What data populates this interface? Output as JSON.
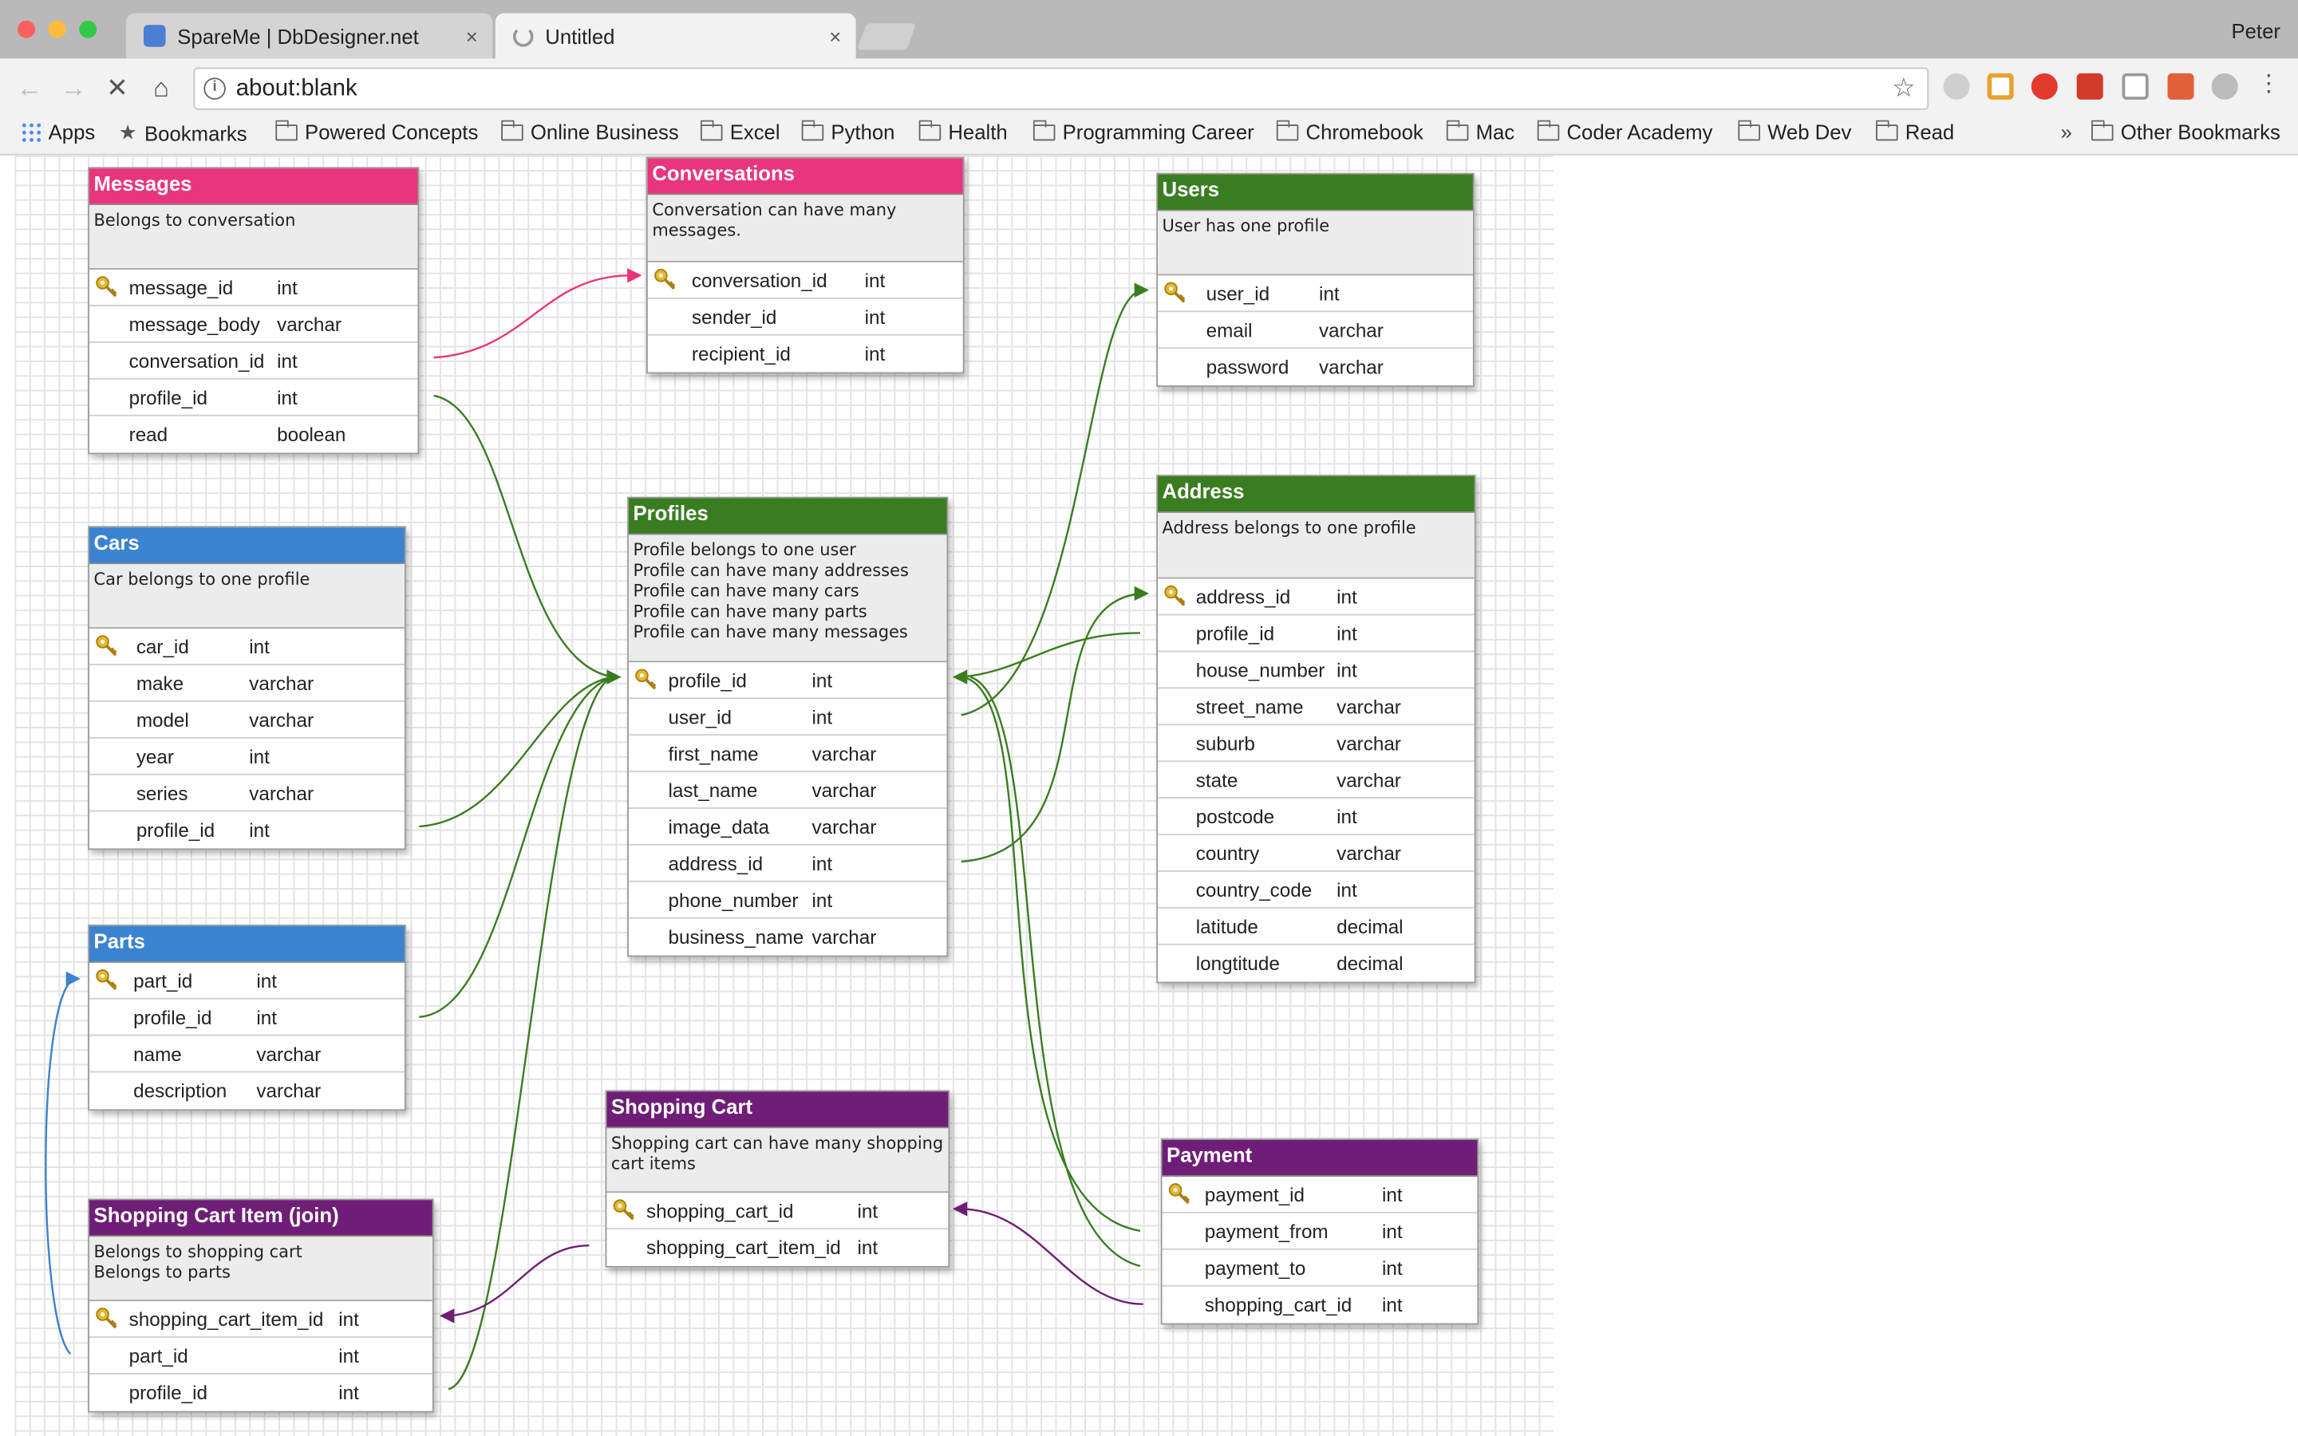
{
  "browser": {
    "tabs": [
      {
        "title": "SpareMe | DbDesigner.net",
        "close": "×"
      },
      {
        "title": "Untitled",
        "close": "×"
      }
    ],
    "profile": "Peter",
    "url": "about:blank",
    "apps_label": "Apps",
    "bookmarks_label": "Bookmarks",
    "bookmark_folders": [
      "Powered Concepts",
      "Online Business",
      "Excel",
      "Python",
      "Health",
      "Programming Career",
      "Chromebook",
      "Mac",
      "Coder Academy",
      "Web Dev",
      "Read"
    ],
    "overflow": "»",
    "other_bookmarks": "Other Bookmarks"
  },
  "colors": {
    "pink": "#e8357d",
    "blue": "#3b82d1",
    "green": "#3a7d21",
    "purple": "#6f1e78"
  },
  "tables": [
    {
      "name": "Messages",
      "color": "pink",
      "comment": "Belongs to conversation",
      "fields": [
        [
          "message_id",
          "int"
        ],
        [
          "message_body",
          "varchar"
        ],
        [
          "conversation_id",
          "int"
        ],
        [
          "profile_id",
          "int"
        ],
        [
          "read",
          "boolean"
        ]
      ]
    },
    {
      "name": "Conversations",
      "color": "pink",
      "comment": "Conversation can have many\nmessages.",
      "fields": [
        [
          "conversation_id",
          "int"
        ],
        [
          "sender_id",
          "int"
        ],
        [
          "recipient_id",
          "int"
        ]
      ]
    },
    {
      "name": "Users",
      "color": "green",
      "comment": "User has one profile",
      "fields": [
        [
          "user_id",
          "int"
        ],
        [
          "email",
          "varchar"
        ],
        [
          "password",
          "varchar"
        ]
      ]
    },
    {
      "name": "Cars",
      "color": "blue",
      "comment": "Car belongs to one profile",
      "fields": [
        [
          "car_id",
          "int"
        ],
        [
          "make",
          "varchar"
        ],
        [
          "model",
          "varchar"
        ],
        [
          "year",
          "int"
        ],
        [
          "series",
          "varchar"
        ],
        [
          "profile_id",
          "int"
        ]
      ]
    },
    {
      "name": "Profiles",
      "color": "green",
      "comment": "Profile belongs to one user\nProfile can have many addresses\nProfile can have many cars\nProfile can have many parts\nProfile can have many messages",
      "fields": [
        [
          "profile_id",
          "int"
        ],
        [
          "user_id",
          "int"
        ],
        [
          "first_name",
          "varchar"
        ],
        [
          "last_name",
          "varchar"
        ],
        [
          "image_data",
          "varchar"
        ],
        [
          "address_id",
          "int"
        ],
        [
          "phone_number",
          "int"
        ],
        [
          "business_name",
          "varchar"
        ]
      ]
    },
    {
      "name": "Address",
      "color": "green",
      "comment": "Address belongs to one profile",
      "fields": [
        [
          "address_id",
          "int"
        ],
        [
          "profile_id",
          "int"
        ],
        [
          "house_number",
          "int"
        ],
        [
          "street_name",
          "varchar"
        ],
        [
          "suburb",
          "varchar"
        ],
        [
          "state",
          "varchar"
        ],
        [
          "postcode",
          "int"
        ],
        [
          "country",
          "varchar"
        ],
        [
          "country_code",
          "int"
        ],
        [
          "latitude",
          "decimal"
        ],
        [
          "longtitude",
          "decimal"
        ]
      ]
    },
    {
      "name": "Parts",
      "color": "blue",
      "comment": "",
      "fields": [
        [
          "part_id",
          "int"
        ],
        [
          "profile_id",
          "int"
        ],
        [
          "name",
          "varchar"
        ],
        [
          "description",
          "varchar"
        ]
      ]
    },
    {
      "name": "Shopping Cart",
      "color": "purple",
      "comment": "Shopping cart can have many shopping\ncart items",
      "fields": [
        [
          "shopping_cart_id",
          "int"
        ],
        [
          "shopping_cart_item_id",
          "int"
        ]
      ]
    },
    {
      "name": "Payment",
      "color": "purple",
      "comment": "",
      "fields": [
        [
          "payment_id",
          "int"
        ],
        [
          "payment_from",
          "int"
        ],
        [
          "payment_to",
          "int"
        ],
        [
          "shopping_cart_id",
          "int"
        ]
      ]
    },
    {
      "name": "Shopping Cart Item (join)",
      "color": "purple",
      "comment": "Belongs to shopping cart\nBelongs to parts",
      "fields": [
        [
          "shopping_cart_item_id",
          "int"
        ],
        [
          "part_id",
          "int"
        ],
        [
          "profile_id",
          "int"
        ]
      ]
    }
  ]
}
